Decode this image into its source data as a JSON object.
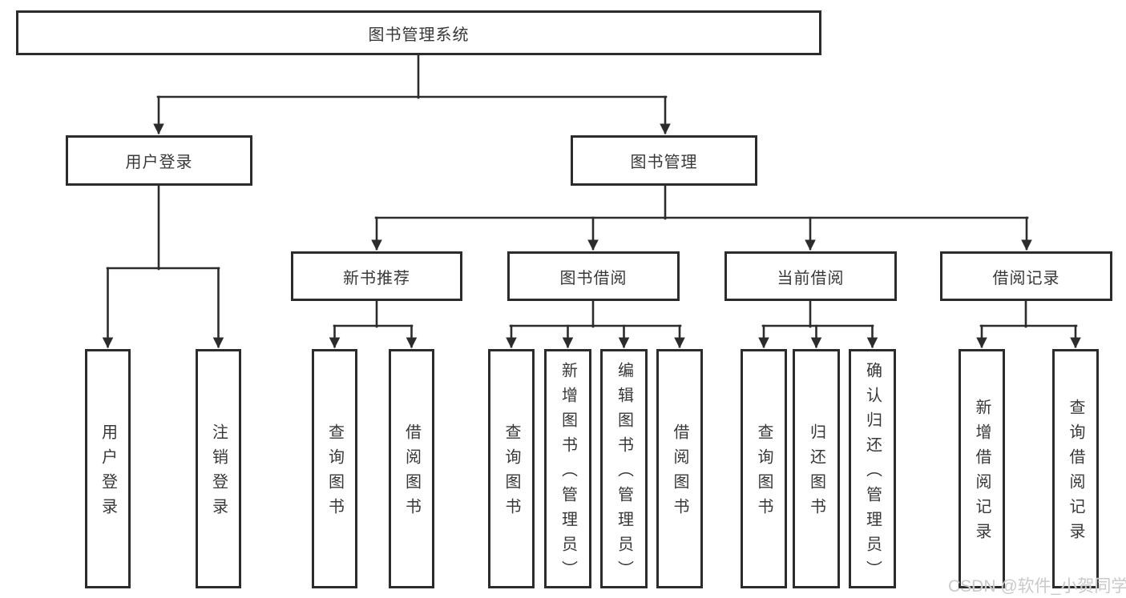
{
  "diagram_title": "图书管理系统",
  "colors": {
    "background": "#ffffff",
    "box_border": "#2c2c2c",
    "connector_line": "#2c2c2c",
    "text": "#383838",
    "watermark": "#c9c9c9"
  },
  "structure": {
    "label": "图书管理系统",
    "children": [
      {
        "label": "用户登录",
        "children": [
          {
            "label": "用户登录"
          },
          {
            "label": "注销登录"
          }
        ]
      },
      {
        "label": "图书管理",
        "children": [
          {
            "label": "新书推荐",
            "children": [
              {
                "label": "查询图书"
              },
              {
                "label": "借阅图书"
              }
            ]
          },
          {
            "label": "图书借阅",
            "children": [
              {
                "label": "查询图书"
              },
              {
                "label": "新增图书（管理员）"
              },
              {
                "label": "编辑图书（管理员）"
              },
              {
                "label": "借阅图书"
              }
            ]
          },
          {
            "label": "当前借阅",
            "children": [
              {
                "label": "查询图书"
              },
              {
                "label": "归还图书"
              },
              {
                "label": "确认归还（管理员）"
              }
            ]
          },
          {
            "label": "借阅记录",
            "children": [
              {
                "label": "新增借阅记录"
              },
              {
                "label": "查询借阅记录"
              }
            ]
          }
        ]
      }
    ]
  },
  "watermark": {
    "text": "CSDN @软件_小贺同学"
  }
}
